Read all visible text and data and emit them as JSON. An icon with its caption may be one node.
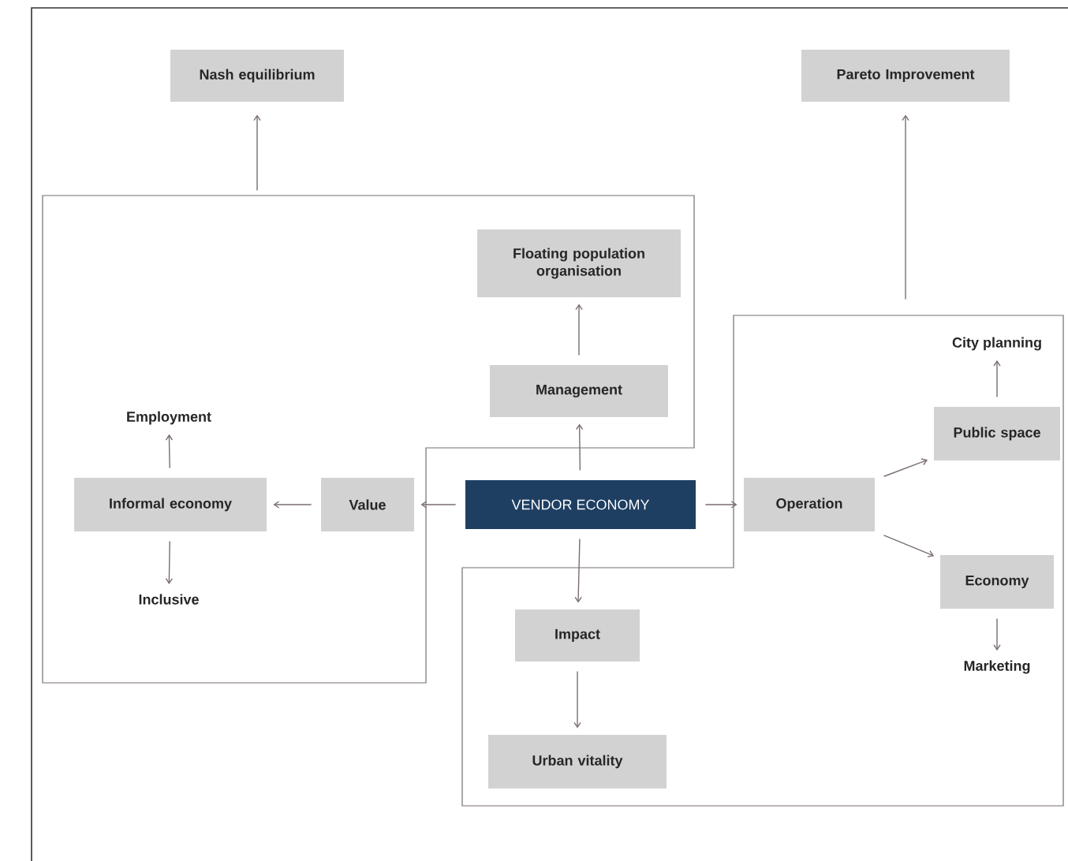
{
  "diagram": {
    "nodes": [
      {
        "text": [
          "Nash equilibrium"
        ]
      },
      {
        "text": [
          "Pareto Improvement"
        ]
      },
      {
        "text": [],
        "shape": "box"
      },
      {
        "text": [
          "Floating population organisation"
        ],
        "in": 2
      },
      {
        "text": [
          "Management"
        ],
        "in": 2
      },
      {
        "text": [
          "Employment"
        ],
        "in": 2
      },
      {
        "text": [
          "Informal economy"
        ],
        "in": 2
      },
      {
        "text": [
          "Value"
        ],
        "in": 2
      },
      {
        "text": [
          "VENDOR ECONOMY"
        ]
      },
      {
        "text": [],
        "shape": "box"
      },
      {
        "text": [
          "City planning"
        ],
        "in": 9
      },
      {
        "text": [
          "Public space"
        ],
        "in": 9
      },
      {
        "text": [
          "Operation"
        ],
        "in": 9
      },
      {
        "text": [
          "Inclusive"
        ],
        "in": 2
      },
      {
        "text": [
          "Economy"
        ],
        "in": 9
      },
      {
        "text": [
          "Impact"
        ],
        "in": 9
      },
      {
        "text": [
          "Marketing"
        ],
        "in": 9
      },
      {
        "text": [
          "Urban vitality"
        ],
        "in": 9
      }
    ],
    "edges": [
      {
        "from": 2,
        "to": 0,
        "arrow": "to"
      },
      {
        "from": 9,
        "to": 1,
        "arrow": "to"
      },
      {
        "from": 4,
        "to": 3,
        "arrow": "to"
      },
      {
        "from": 8,
        "to": 4,
        "arrow": "to"
      },
      {
        "from": 6,
        "to": 5,
        "arrow": "to"
      },
      {
        "from": 7,
        "to": 6,
        "arrow": "to"
      },
      {
        "from": 8,
        "to": 7,
        "arrow": "to"
      },
      {
        "from": 8,
        "to": 12,
        "arrow": "to"
      },
      {
        "from": 6,
        "to": 13,
        "arrow": "to"
      },
      {
        "from": 8,
        "to": 15,
        "arrow": "to"
      },
      {
        "from": 15,
        "to": 17,
        "arrow": "to"
      },
      {
        "from": 12,
        "to": 11,
        "arrow": "to"
      },
      {
        "from": 12,
        "to": 14,
        "arrow": "to"
      },
      {
        "from": 11,
        "to": 10,
        "arrow": "to"
      },
      {
        "from": 14,
        "to": 16,
        "arrow": "to"
      }
    ]
  }
}
